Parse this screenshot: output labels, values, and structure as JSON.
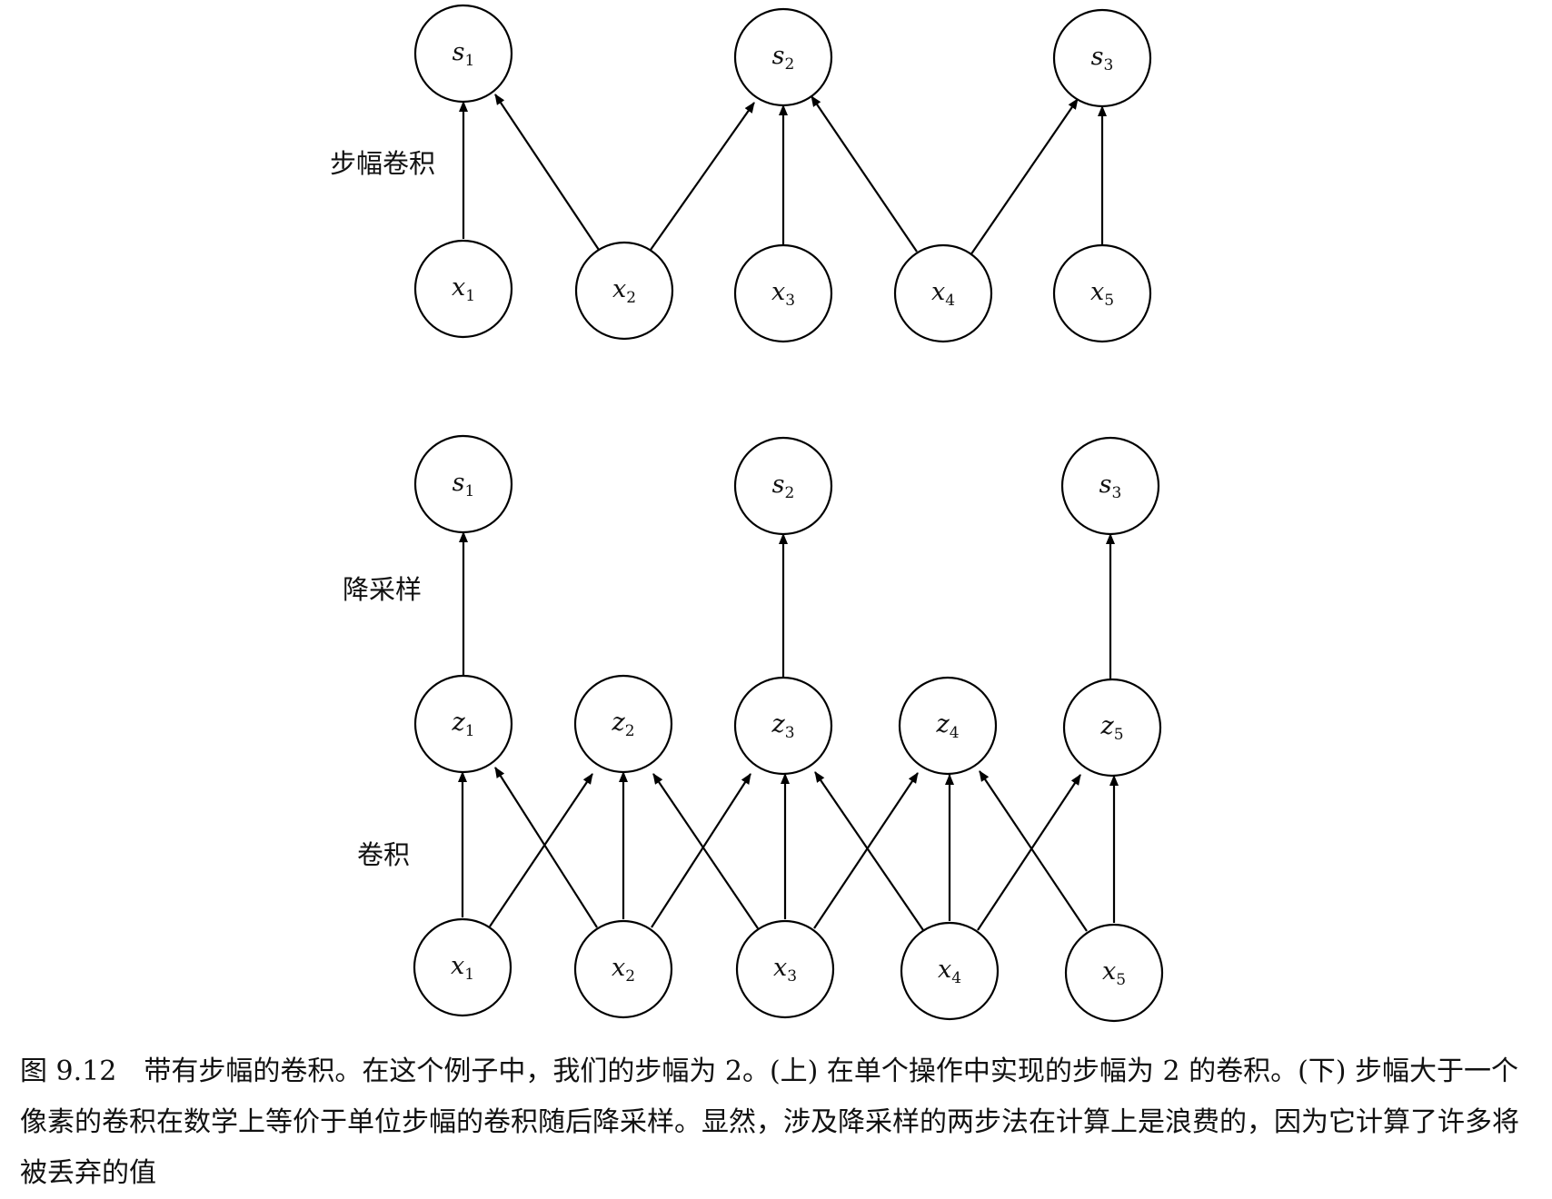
{
  "diagram": {
    "top": {
      "label": "步幅卷积",
      "outputs": [
        {
          "var": "s",
          "sub": "1"
        },
        {
          "var": "s",
          "sub": "2"
        },
        {
          "var": "s",
          "sub": "3"
        }
      ],
      "inputs": [
        {
          "var": "x",
          "sub": "1"
        },
        {
          "var": "x",
          "sub": "2"
        },
        {
          "var": "x",
          "sub": "3"
        },
        {
          "var": "x",
          "sub": "4"
        },
        {
          "var": "x",
          "sub": "5"
        }
      ]
    },
    "bottom": {
      "label_downsample": "降采样",
      "label_conv": "卷积",
      "outputs": [
        {
          "var": "s",
          "sub": "1"
        },
        {
          "var": "s",
          "sub": "2"
        },
        {
          "var": "s",
          "sub": "3"
        }
      ],
      "hidden": [
        {
          "var": "z",
          "sub": "1"
        },
        {
          "var": "z",
          "sub": "2"
        },
        {
          "var": "z",
          "sub": "3"
        },
        {
          "var": "z",
          "sub": "4"
        },
        {
          "var": "z",
          "sub": "5"
        }
      ],
      "inputs": [
        {
          "var": "x",
          "sub": "1"
        },
        {
          "var": "x",
          "sub": "2"
        },
        {
          "var": "x",
          "sub": "3"
        },
        {
          "var": "x",
          "sub": "4"
        },
        {
          "var": "x",
          "sub": "5"
        }
      ]
    }
  },
  "caption": {
    "figure_number": "图 9.12",
    "text": "带有步幅的卷积。在这个例子中，我们的步幅为 2。(上) 在单个操作中实现的步幅为 2 的卷积。(下) 步幅大于一个像素的卷积在数学上等价于单位步幅的卷积随后降采样。显然，涉及降采样的两步法在计算上是浪费的，因为它计算了许多将被丢弃的值"
  }
}
